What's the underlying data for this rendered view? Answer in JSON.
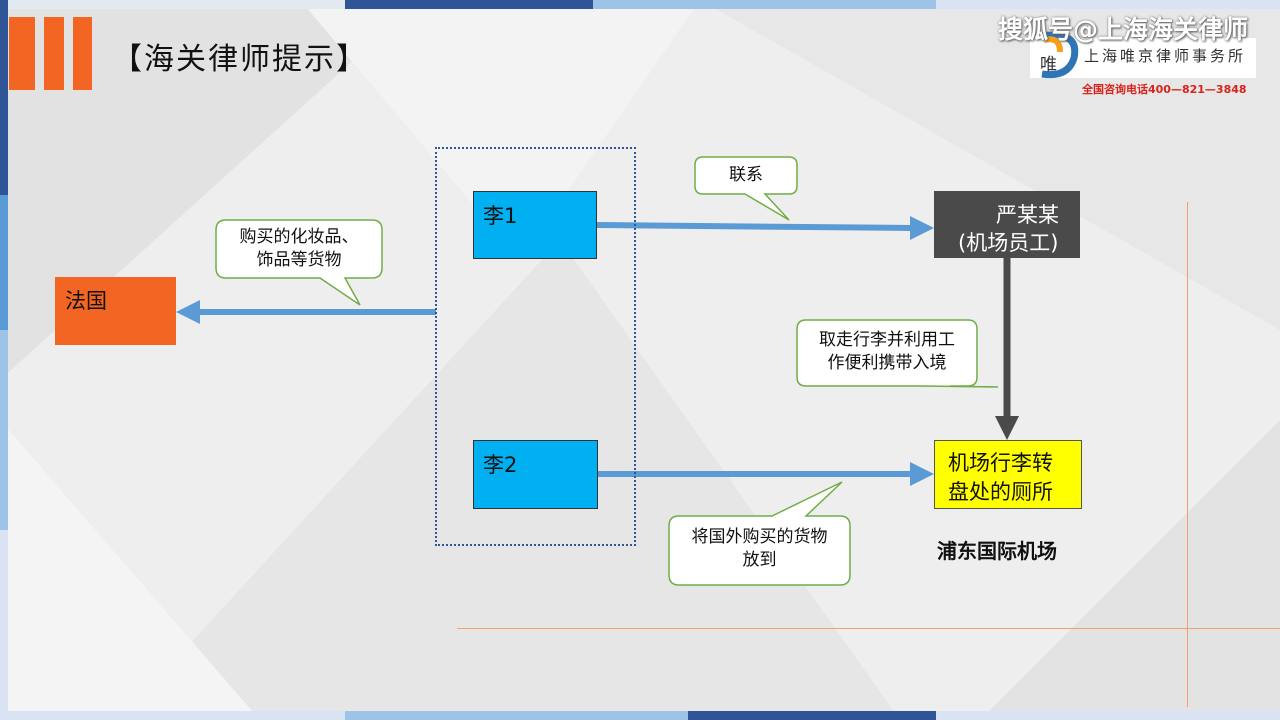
{
  "slide": {
    "title": "【海关律师提示】"
  },
  "watermark": {
    "line1": "搜狐号@上海海关律师",
    "line2": "上海唯京律师事务所",
    "phone": "全国咨询电话400—821—3848",
    "logo_char": "唯"
  },
  "nodes": {
    "france": "法国",
    "li1": "李1",
    "li2": "李2",
    "yan_line1": "严某某",
    "yan_line2": "(机场员工)",
    "toilet_line1": "机场行李转",
    "toilet_line2": "盘处的厕所",
    "airport": "浦东国际机场"
  },
  "callouts": {
    "buy_line1": "购买的化妆品、",
    "buy_line2": "饰品等货物",
    "contact": "联系",
    "take_line1": "取走行李并利用工",
    "take_line2": "作便利携带入境",
    "put_line1": "将国外购买的货物",
    "put_line2": "放到"
  },
  "colors": {
    "accent_orange": "#f26522",
    "blue_box": "#00b0f0",
    "dark_box": "#4a4a4a",
    "yellow_box": "#ffff00",
    "arrow_blue": "#5b9bd5",
    "callout_border": "#70ad47"
  }
}
